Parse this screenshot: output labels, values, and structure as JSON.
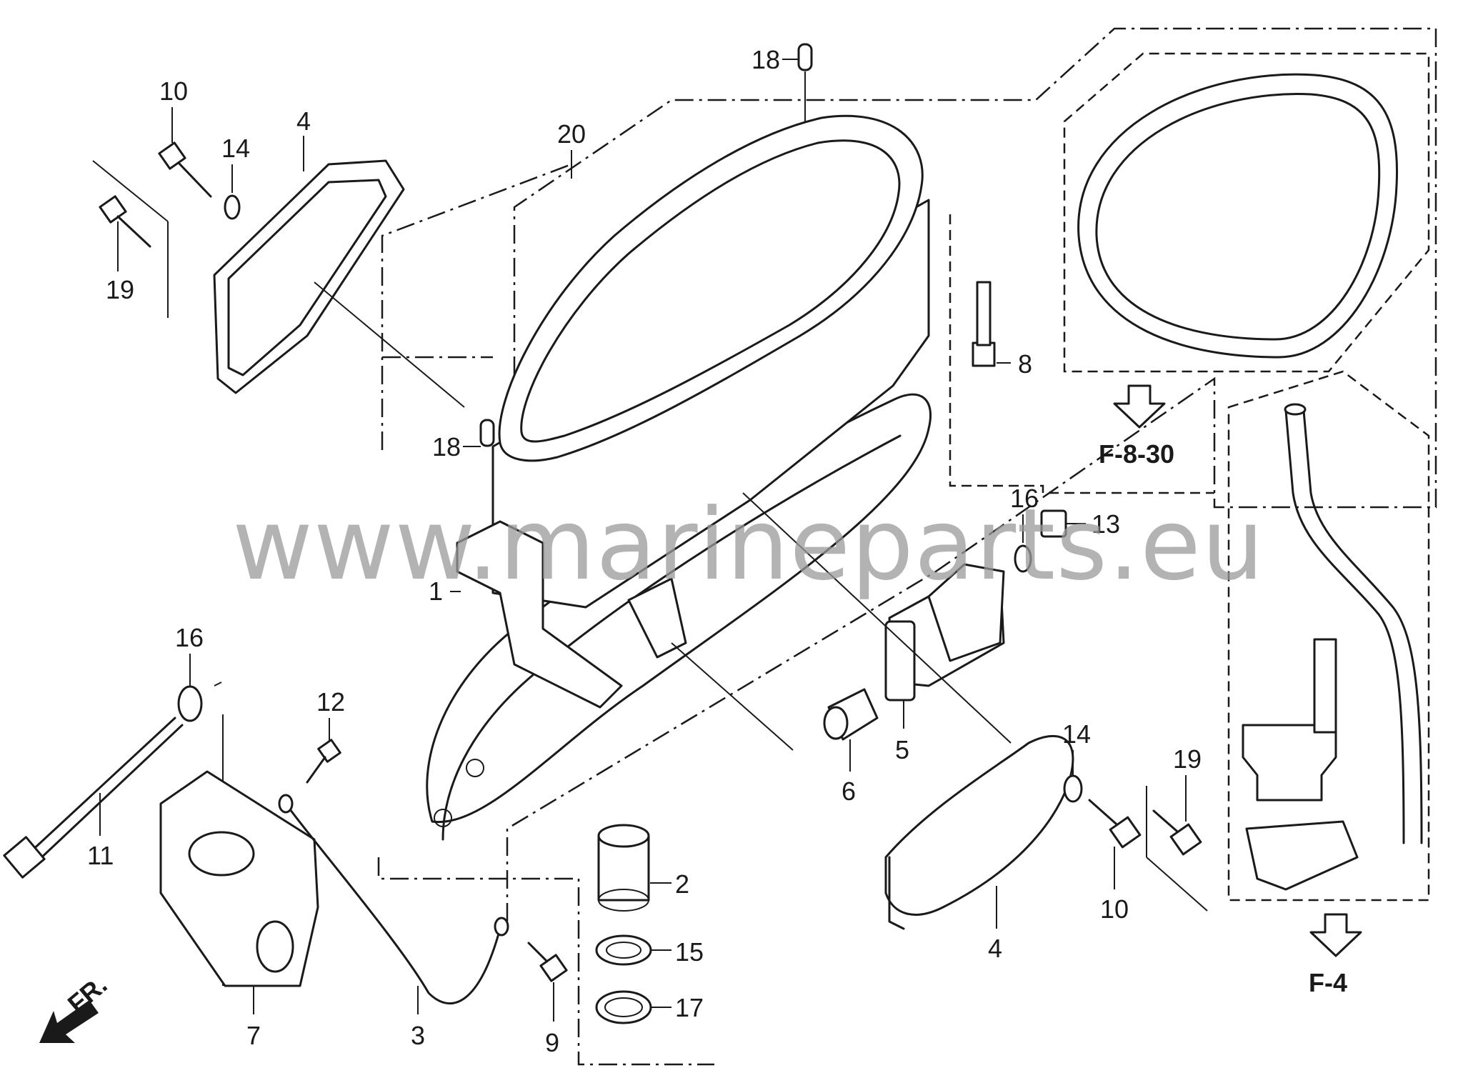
{
  "diagram": {
    "watermark": "www.marineparts.eu",
    "parts": [
      {
        "key": "p1",
        "label": "1"
      },
      {
        "key": "p2",
        "label": "2"
      },
      {
        "key": "p3",
        "label": "3"
      },
      {
        "key": "p4a",
        "label": "4"
      },
      {
        "key": "p4b",
        "label": "4"
      },
      {
        "key": "p5",
        "label": "5"
      },
      {
        "key": "p6",
        "label": "6"
      },
      {
        "key": "p7",
        "label": "7"
      },
      {
        "key": "p8",
        "label": "8"
      },
      {
        "key": "p9",
        "label": "9"
      },
      {
        "key": "p10a",
        "label": "10"
      },
      {
        "key": "p10b",
        "label": "10"
      },
      {
        "key": "p11",
        "label": "11"
      },
      {
        "key": "p12",
        "label": "12"
      },
      {
        "key": "p13",
        "label": "13"
      },
      {
        "key": "p14a",
        "label": "14"
      },
      {
        "key": "p14b",
        "label": "14"
      },
      {
        "key": "p15",
        "label": "15"
      },
      {
        "key": "p16a",
        "label": "16"
      },
      {
        "key": "p16b",
        "label": "16"
      },
      {
        "key": "p17",
        "label": "17"
      },
      {
        "key": "p18a",
        "label": "18"
      },
      {
        "key": "p18b",
        "label": "18"
      },
      {
        "key": "p19a",
        "label": "19"
      },
      {
        "key": "p19b",
        "label": "19"
      },
      {
        "key": "p20",
        "label": "20"
      }
    ],
    "references": [
      {
        "key": "ref_f830",
        "label": "F-8-30"
      },
      {
        "key": "ref_f4",
        "label": "F-4"
      }
    ],
    "front_marker": "FR."
  }
}
